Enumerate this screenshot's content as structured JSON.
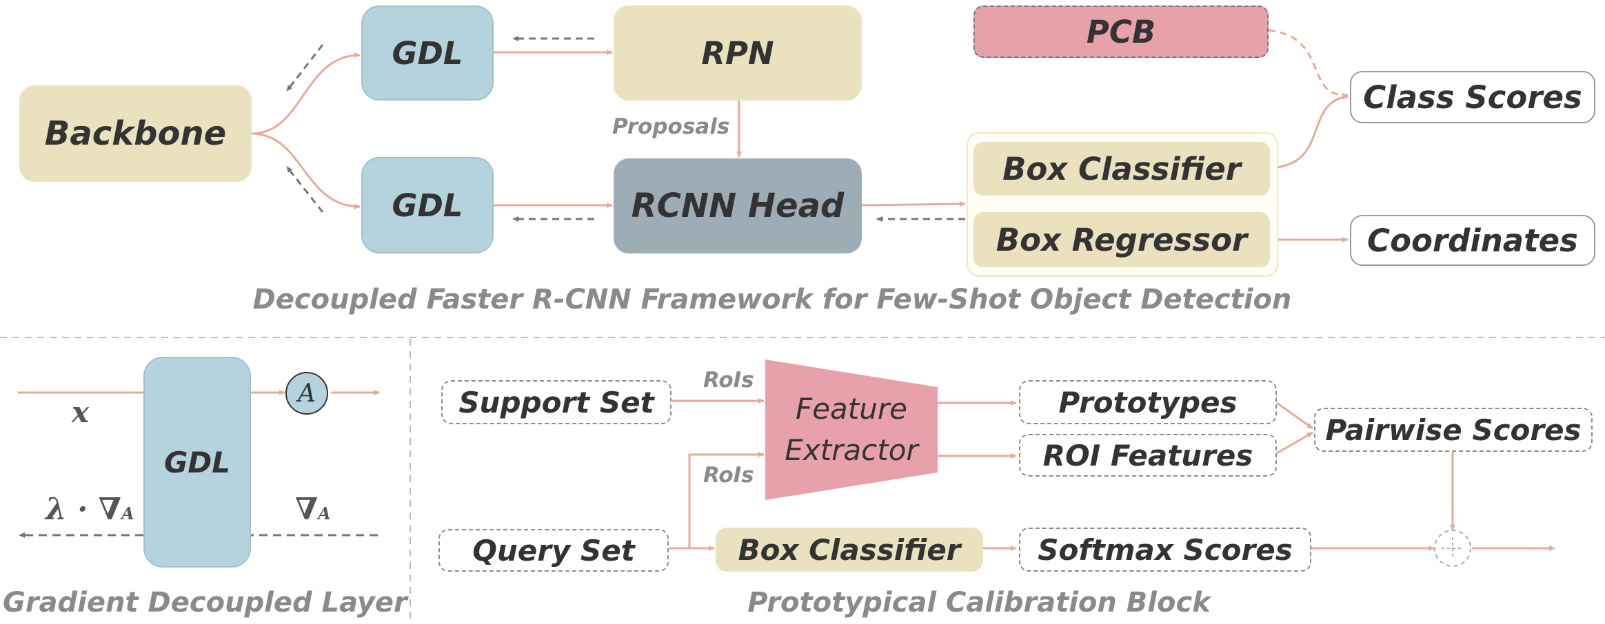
{
  "top": {
    "backbone": "Backbone",
    "gdl_top": "GDL",
    "gdl_bottom": "GDL",
    "rpn": "RPN",
    "proposals": "Proposals",
    "rcnn_head": "RCNN Head",
    "pcb": "PCB",
    "box_classifier": "Box Classifier",
    "box_regressor": "Box Regressor",
    "class_scores": "Class Scores",
    "coordinates": "Coordinates",
    "caption": "Decoupled Faster R-CNN Framework for Few-Shot Object Detection"
  },
  "gdl_panel": {
    "x_label": "x",
    "gdl": "GDL",
    "a_symbol": "A",
    "lambda_grad": "λ · ∇",
    "lambda_grad_sub": "A",
    "grad": "∇",
    "grad_sub": "A",
    "caption": "Gradient Decoupled Layer"
  },
  "pcb_panel": {
    "support_set": "Support Set",
    "query_set": "Query Set",
    "rois_top": "RoIs",
    "rois_bottom": "RoIs",
    "feature_extractor_line1": "Feature",
    "feature_extractor_line2": "Extractor",
    "prototypes": "Prototypes",
    "roi_features": "ROI Features",
    "pairwise_scores": "Pairwise Scores",
    "box_classifier": "Box Classifier",
    "softmax_scores": "Softmax Scores",
    "plus": "+",
    "caption": "Prototypical Calibration Block"
  },
  "colors": {
    "arrow_salmon": "#e8a999",
    "arrow_gray": "#777777",
    "beige": "#eae2bf",
    "blue": "#b5d3dc",
    "gray": "#9eadb5",
    "pink": "#e8a1aa"
  }
}
